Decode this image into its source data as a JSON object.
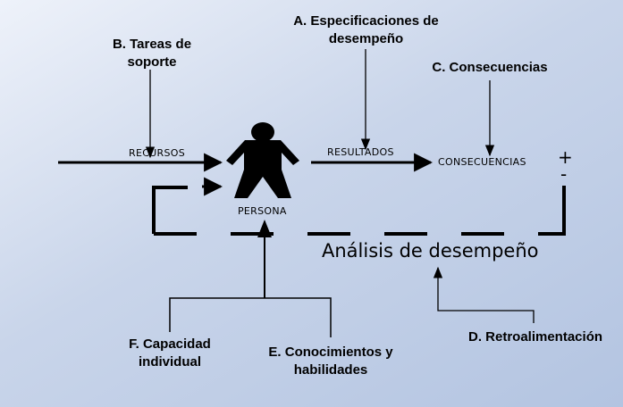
{
  "labels": {
    "spec": "A. Especificaciones de desempeño",
    "support": "B. Tareas de soporte",
    "consequences": "C. Consecuencias",
    "feedback": "D. Retroalimentación",
    "knowledge": "E. Conocimientos y habilidades",
    "capacity": "F. Capacidad individual"
  },
  "flow": {
    "resources": "RECURSOS",
    "results": "RESULTADOS",
    "consequences": "CONSECUENCIAS",
    "person": "PERSONA",
    "plus": "+",
    "minus": "-"
  },
  "analysis": "Análisis de desempeño",
  "colors": {
    "background": "#c9d5ea",
    "stroke": "#000000"
  },
  "icons": {
    "person": "person-silhouette-icon"
  }
}
